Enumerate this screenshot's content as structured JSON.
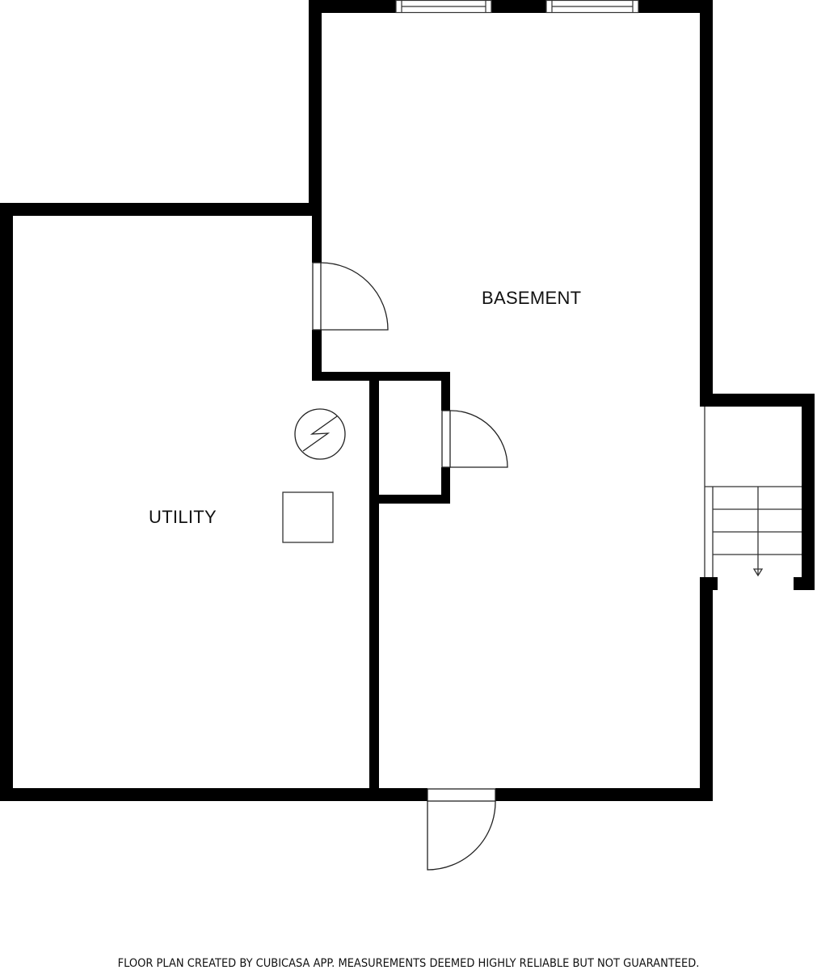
{
  "plan": {
    "rooms": [
      {
        "id": "basement",
        "label": "BASEMENT"
      },
      {
        "id": "utility",
        "label": "UTILITY"
      }
    ],
    "fixtures": [
      {
        "name": "electrical-panel-icon",
        "room": "utility"
      },
      {
        "name": "utility-unit-square",
        "room": "utility"
      },
      {
        "name": "stairs-down",
        "room": "basement"
      }
    ],
    "doors": 4,
    "windows": 2,
    "colors": {
      "wall": "#000000",
      "line": "#222222",
      "background": "#ffffff"
    }
  },
  "footer": {
    "disclaimer": "FLOOR PLAN CREATED BY CUBICASA APP. MEASUREMENTS DEEMED HIGHLY RELIABLE BUT NOT GUARANTEED."
  }
}
